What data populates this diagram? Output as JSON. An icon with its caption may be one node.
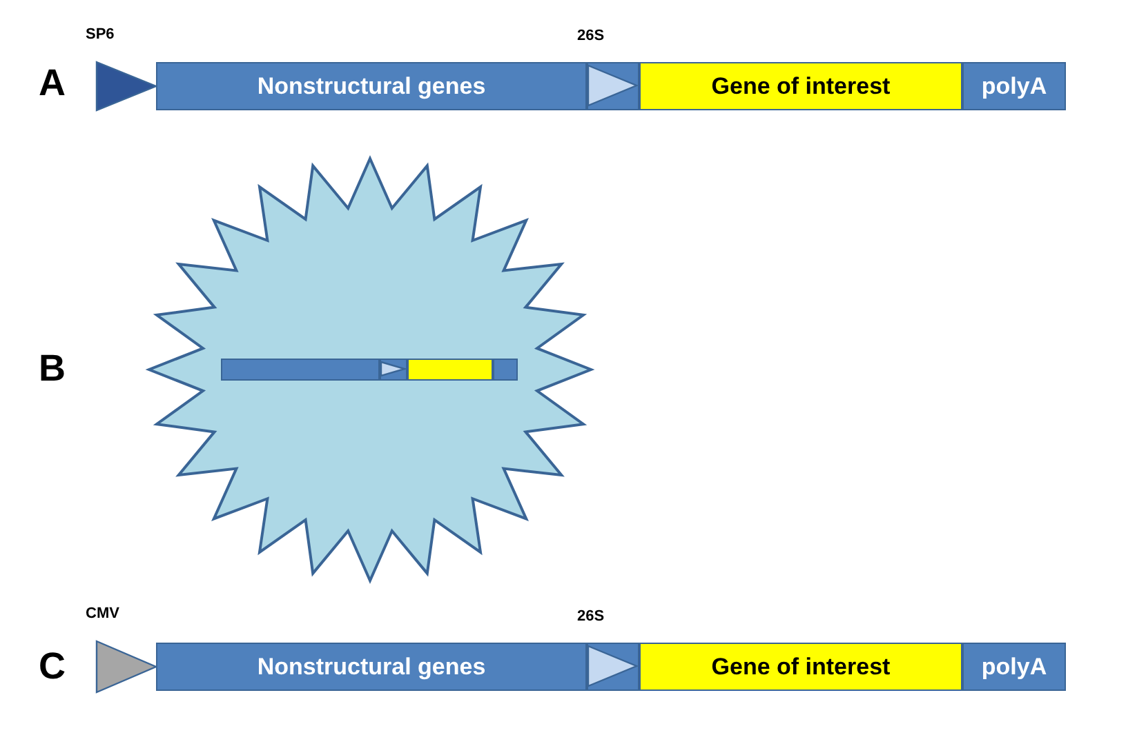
{
  "diagram": {
    "nodes": [
      {
        "text": [],
        "shape": "triangle",
        "beside": [
          "SP6"
        ]
      },
      {
        "text": [
          "Nonstructural genes"
        ]
      },
      {
        "text": [],
        "shape": "triangle",
        "beside": [
          "26S"
        ]
      },
      {
        "text": [
          "Gene of interest"
        ]
      },
      {
        "text": [
          "polyA"
        ]
      },
      {
        "text": [],
        "shape": "star"
      },
      {
        "text": [],
        "shape": "box",
        "in": 5
      },
      {
        "text": [],
        "shape": "triangle",
        "in": 5
      },
      {
        "text": [],
        "shape": "box",
        "in": 5
      },
      {
        "text": [],
        "shape": "box",
        "in": 5
      },
      {
        "text": [],
        "shape": "triangle",
        "beside": [
          "CMV"
        ]
      },
      {
        "text": [
          "Nonstructural genes"
        ]
      },
      {
        "text": [],
        "shape": "triangle",
        "beside": [
          "26S"
        ]
      },
      {
        "text": [
          "Gene of interest"
        ]
      },
      {
        "text": [
          "polyA"
        ]
      }
    ],
    "labels": [
      "A",
      "B",
      "C"
    ]
  }
}
